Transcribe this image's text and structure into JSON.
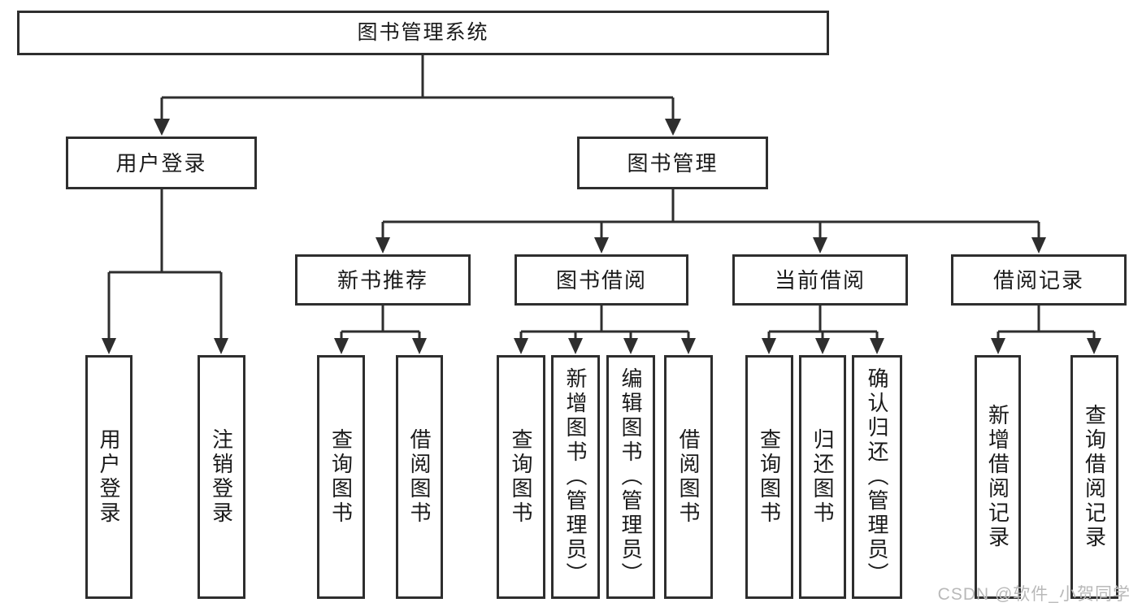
{
  "watermark": "CSDN @软件_小贺同学",
  "colors": {
    "line": "#2e2e2e",
    "text": "#1a1a1a",
    "watermark": "#b9b9b9",
    "background": "#ffffff"
  },
  "tree": {
    "root": "图书管理系统",
    "children": [
      {
        "label": "用户登录",
        "leaves": [
          "用户登录",
          "注销登录"
        ]
      },
      {
        "label": "图书管理",
        "groups": [
          {
            "label": "新书推荐",
            "leaves": [
              "查询图书",
              "借阅图书"
            ]
          },
          {
            "label": "图书借阅",
            "leaves": [
              "查询图书",
              "新增图书（管理员）",
              "编辑图书（管理员）",
              "借阅图书"
            ]
          },
          {
            "label": "当前借阅",
            "leaves": [
              "查询图书",
              "归还图书",
              "确认归还（管理员）"
            ]
          },
          {
            "label": "借阅记录",
            "leaves": [
              "新增借阅记录",
              "查询借阅记录"
            ]
          }
        ]
      }
    ]
  }
}
